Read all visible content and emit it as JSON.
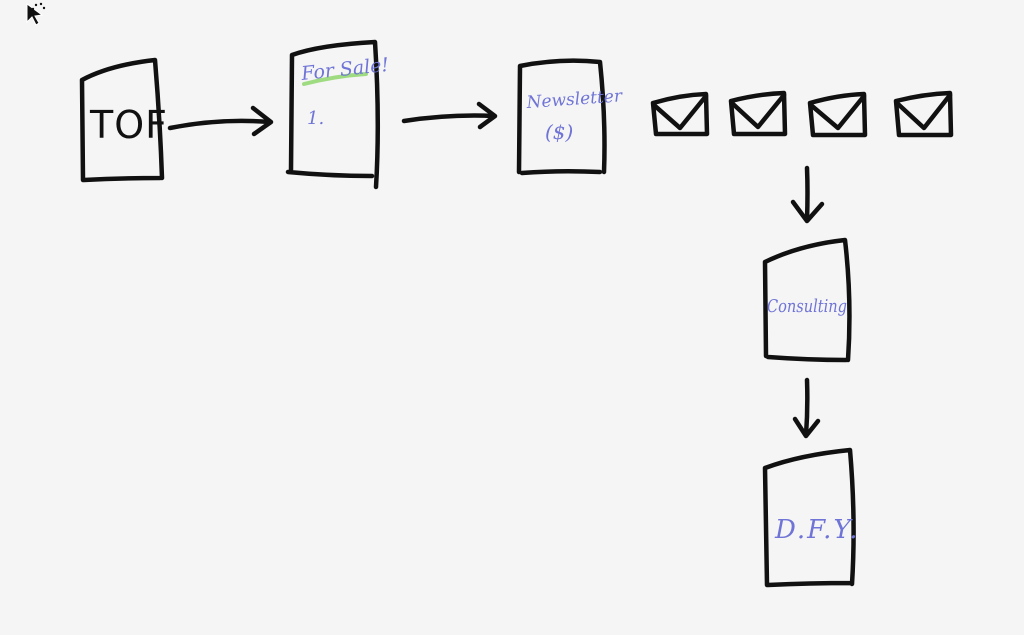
{
  "colors": {
    "background": "#f5f5f5",
    "ink": "#111111",
    "handwriting": "#6f74d6",
    "highlight": "#8fd66c"
  },
  "cursor": {
    "icon": "arrow-pointer-icon"
  },
  "nodes": {
    "tof": {
      "label": "TOF"
    },
    "for_sale": {
      "title": "For Sale!",
      "item": "1."
    },
    "newsletter": {
      "label": "Newsletter",
      "sublabel": "($)"
    },
    "emails": {
      "icon": "envelope-icon",
      "count": 4
    },
    "consulting": {
      "label": "Consulting"
    },
    "dfy": {
      "label": "D.F.Y."
    }
  }
}
